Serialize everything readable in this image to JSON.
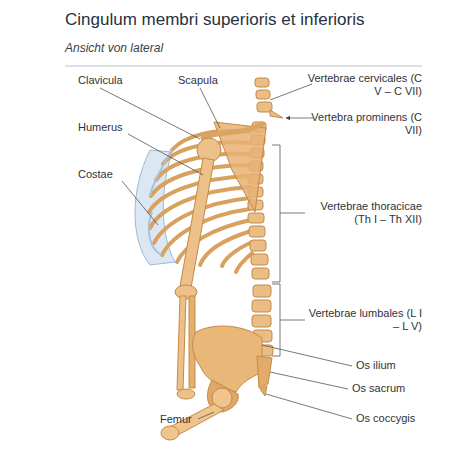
{
  "diagram": {
    "title": "Cingulum membri superioris et inferioris",
    "labels": [
      "Ansicht von lateral",
      "Clavicula",
      "Scapula",
      "Vertebrae cervicales (C V – C VII)",
      "Vertebra prominens (C VII)",
      "Humerus",
      "Costae",
      "Vertebrae thoracicae (Th I – Th XII)",
      "Vertebrae lumbales (L I – L V)",
      "Os ilium",
      "Os sacrum",
      "Os coccygis",
      "Femur"
    ]
  }
}
